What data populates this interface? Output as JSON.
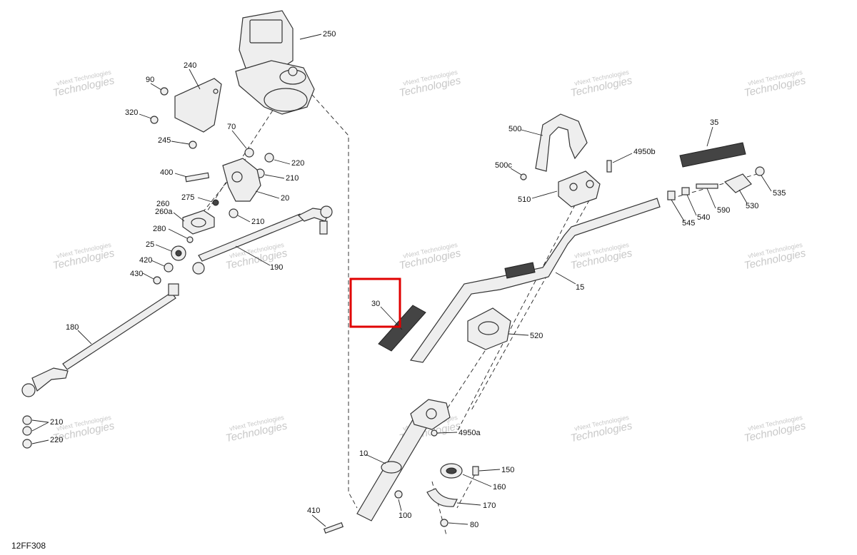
{
  "document_code": "12FF308",
  "watermark": {
    "line1": "vNext Technologies",
    "line2": "Technologies"
  },
  "highlight_color": "#e00000",
  "highlighted_part": "30",
  "callouts": {
    "c250": "250",
    "c240": "240",
    "c90": "90",
    "c320": "320",
    "c245": "245",
    "c70": "70",
    "c220a": "220",
    "c400": "400",
    "c210a": "210",
    "c20": "20",
    "c275": "275",
    "c260": "260",
    "c260a": "260a",
    "c210b": "210",
    "c280": "280",
    "c25": "25",
    "c420": "420",
    "c190": "190",
    "c430": "430",
    "c180": "180",
    "c210c": "210",
    "c220b": "220",
    "c500": "500",
    "c4950b": "4950b",
    "c500c": "500c",
    "c510": "510",
    "c35": "35",
    "c535": "535",
    "c530": "530",
    "c590": "590",
    "c540": "540",
    "c545": "545",
    "c15": "15",
    "c30": "30",
    "c520": "520",
    "c4950a": "4950a",
    "c10": "10",
    "c150": "150",
    "c160": "160",
    "c170": "170",
    "c410": "410",
    "c100": "100",
    "c80": "80"
  }
}
